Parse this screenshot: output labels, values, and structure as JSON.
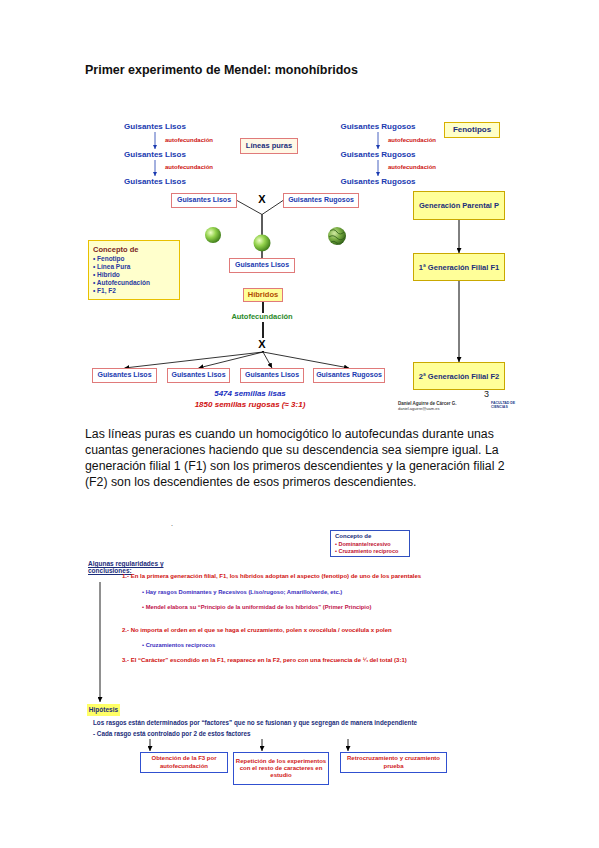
{
  "diagram": {
    "title": "Primer experimento de Mendel: monohíbridos",
    "nodes": [
      {
        "text": [
          "Guisantes Lisos"
        ]
      },
      {
        "text": [
          "Guisantes Rugosos"
        ]
      },
      {
        "text": [
          "Fenotipos"
        ]
      },
      {
        "text": [
          "Líneas puras"
        ]
      },
      {
        "text": [
          "Guisantes Lisos"
        ]
      },
      {
        "text": [
          "Guisantes Rugosos"
        ]
      },
      {
        "text": [
          "Guisantes Lisos"
        ]
      },
      {
        "text": [
          "Guisantes Rugosos"
        ]
      },
      {
        "text": [
          "Guisantes Lisos"
        ]
      },
      {
        "text": [
          "Guisantes Rugosos"
        ]
      },
      {
        "text": [
          "Generación Parental P"
        ]
      },
      {
        "text": [
          "Concepto de",
          "• Fenotipo",
          "• Línea Pura",
          "• Híbrido",
          "• Autofecundación",
          "• F1, F2"
        ]
      },
      {
        "text": [
          "1ª Generación Filial F1"
        ]
      },
      {
        "text": [
          "Guisantes Lisos"
        ]
      },
      {
        "text": [
          "Híbridos"
        ]
      },
      {
        "text": [
          "Guisantes Lisos"
        ]
      },
      {
        "text": [
          "Guisantes Lisos"
        ]
      },
      {
        "text": [
          "Guisantes Lisos"
        ]
      },
      {
        "text": [
          "Guisantes Rugosos"
        ]
      },
      {
        "text": [
          "2ª Generación Filial F2"
        ]
      },
      {
        "text": [
          "Concepto de",
          "• Dominante/recesivo",
          "• Cruzamiento recíproco"
        ]
      },
      {
        "text": [
          "Hipótesis"
        ]
      },
      {
        "text": [
          "Obtención de la F3 por autofecundación"
        ]
      },
      {
        "text": [
          "Repetición de los experimentos con el resto de caracteres en estudio"
        ]
      },
      {
        "text": [
          "Retrocruzamiento y cruzamiento prueba"
        ]
      }
    ],
    "edges": [
      {
        "from": 0,
        "to": 4,
        "arrow": "to",
        "label": "autofecundación"
      },
      {
        "from": 4,
        "to": 6,
        "arrow": "to",
        "label": "autofecundación"
      },
      {
        "from": 1,
        "to": 5,
        "arrow": "to",
        "label": "autofecundación"
      },
      {
        "from": 5,
        "to": 7,
        "arrow": "to",
        "label": "autofecundación"
      },
      {
        "from": 8,
        "to": 13,
        "arrow": "none"
      },
      {
        "from": 9,
        "to": 13,
        "arrow": "none"
      },
      {
        "from": 14,
        "to": 15,
        "arrow": "to"
      },
      {
        "from": 14,
        "to": 16,
        "arrow": "to"
      },
      {
        "from": 14,
        "to": 17,
        "arrow": "to"
      },
      {
        "from": 14,
        "to": 18,
        "arrow": "to"
      },
      {
        "from": 10,
        "to": 12,
        "arrow": "to"
      },
      {
        "from": 12,
        "to": 19,
        "arrow": "to"
      }
    ],
    "labels": [
      "X",
      "Autofecundación",
      "X",
      "5474 semillas lisas",
      "1850 semillas rugosas (≈ 3:1)",
      "3",
      "Daniel Aguirre de Cárcer G.",
      "daniel.aguirre@uam.es",
      "FACULTAD DE CIENCIAS",
      "Las líneas puras es cuando un homocigótico lo autofecundas durante unas cuantas generaciones haciendo que su descendencia sea siempre igual. La generación filial 1 (F1) son los primeros descendientes y la generación filial 2 (F2) son los descendientes de esos primeros descendientes.",
      "Algunas regularidades y conclusiones:",
      "1.- En la primera generación filial, F1, los híbridos adoptan el aspecto (fenotipo) de uno de los parentales",
      "• Hay rasgos Dominantes y Recesivos (Liso/rugoso; Amarillo/verde, etc.)",
      "• Mendel elabora su “Principio de la uniformidad de los híbridos” (Primer Principio)",
      "2.- No importa el orden en el que se haga el cruzamiento, polen x ovocélula / ovocélula x polen",
      "• Cruzamientos recíprocos",
      "3.- El “Carácter” escondido en la F1, reaparece en la F2, pero con una frecuencia de ¼ del total (3:1)",
      "Los rasgos están determinados por “factores” que no se fusionan y que segregan de manera independiente",
      "- Cada rasgo está controlado por 2 de estos factores",
      "."
    ]
  }
}
